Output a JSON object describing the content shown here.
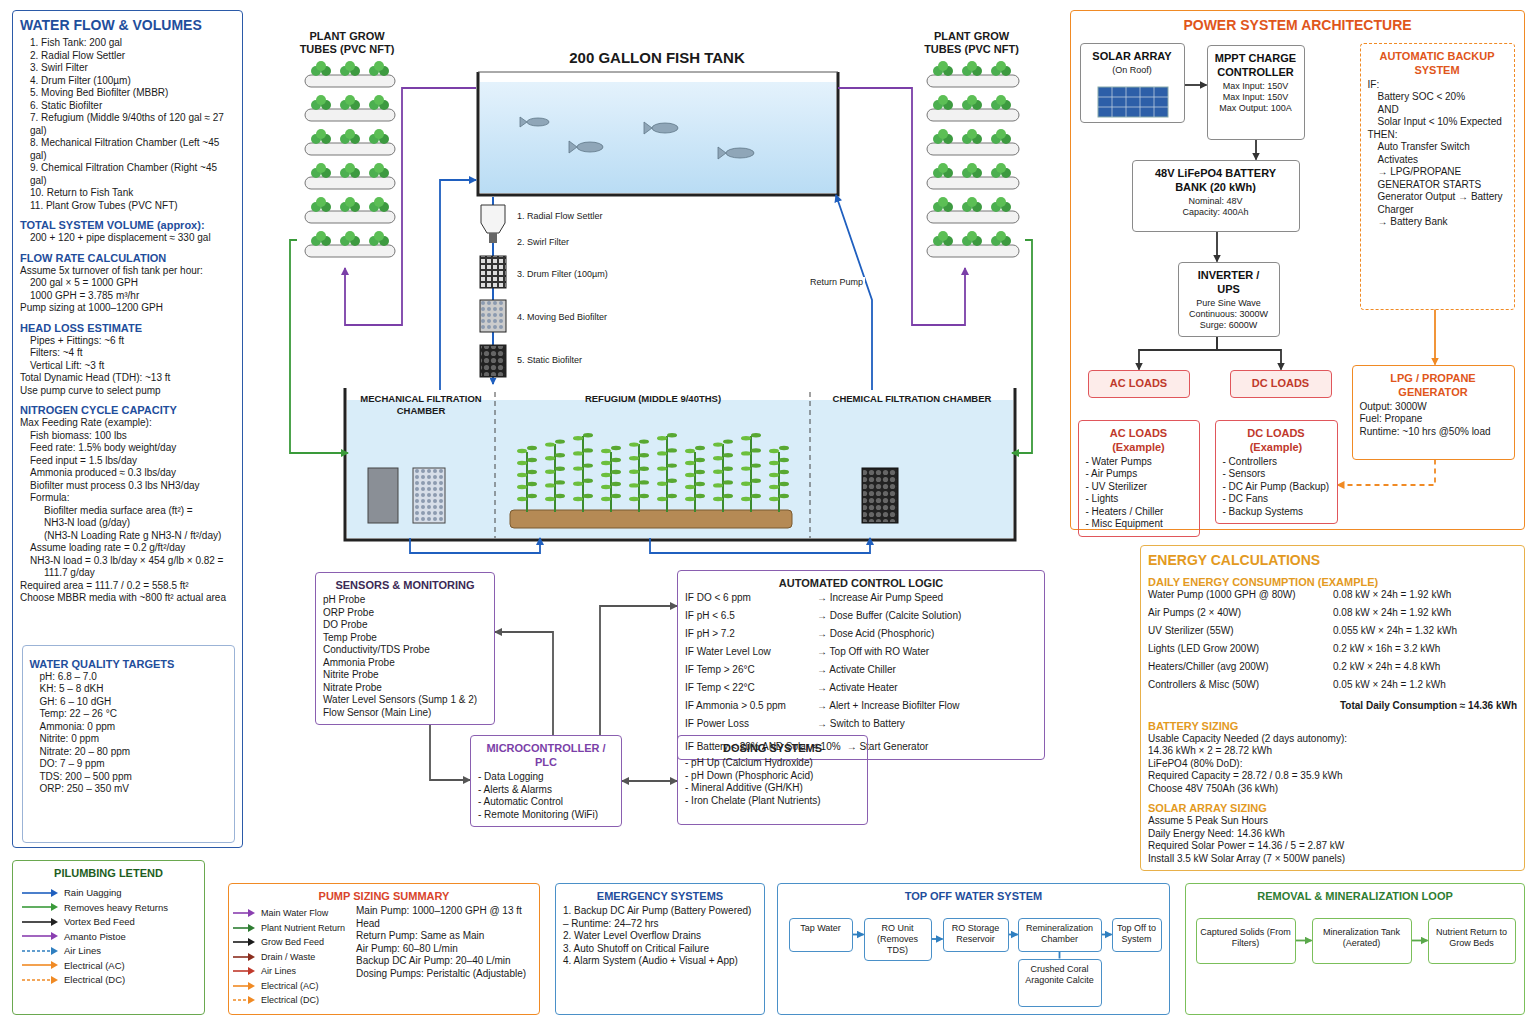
{
  "diagram": {
    "nodes": [
      {
        "text": [
          "WATER FLOW & VOLUMES",
          "1. Fish Tank: 200 gal",
          "2. Radial Flow Settler",
          "3. Swirl Filter",
          "4. Drum Filter (100µm)",
          "5. Moving Bed Biofilter (MBBR)",
          "6. Static Biofilter",
          "7. Refugium (Middle 9/40ths of 120 gal ≈ 27 gal)",
          "8. Mechanical Filtration Chamber (Left ~45 gal)",
          "9. Chemical Filtration Chamber (Right ~45 gal)",
          "10. Return to Fish Tank",
          "11. Plant Grow Tubes (PVC NFT)",
          "TOTAL SYSTEM VOLUME (approx):",
          "200 + 120 + pipe displacement ≈ 330 gal",
          "FLOW RATE CALCULATION",
          "Assume 5x turnover of fish tank per hour:",
          "200 gal × 5 = 1000 GPH",
          "1000 GPH = 3.785 m³/hr",
          "Pump sizing at 1000–1200 GPH",
          "HEAD LOSS ESTIMATE",
          "Pipes + Fittings: ~6 ft",
          "Filters: ~4 ft",
          "Vertical Lift: ~3 ft",
          "Total Dynamic Head (TDH): ~13 ft",
          "Use pump curve to select pump",
          "NITROGEN CYCLE CAPACITY",
          "Max Feeding Rate (example):",
          "Fish biomass: 100 lbs",
          "Feed rate: 1.5% body weight/day",
          "Feed input = 1.5 lbs/day",
          "Ammonia produced ≈ 0.3 lbs/day",
          "Biofilter must process 0.3 lbs NH3/day",
          "Formula:",
          "Biofilter media surface area (ft²) =",
          "NH3-N load (g/day)",
          "(NH3-N Loading Rate g NH3-N / ft²/day)",
          "Assume loading rate = 0.2 g/ft²/day",
          "NH3-N load = 0.3 lb/day × 454 g/lb × 0.82 =",
          "111.7 g/day",
          "Required area = 111.7 / 0.2 = 558.5 ft²",
          "Choose MBBR media with ~800 ft² actual area"
        ]
      },
      {
        "text": [
          "WATER QUALITY TARGETS",
          "pH: 6.8 – 7.0",
          "KH: 5 – 8 dKH",
          "GH: 6 – 10 dGH",
          "Temp: 22 – 26 °C",
          "Ammonia: 0 ppm",
          "Nitrite: 0 ppm",
          "Nitrate: 20 – 80 ppm",
          "DO: 7 – 9 ppm",
          "TDS: 200 – 500 ppm",
          "ORP: 250 – 350 mV"
        ],
        "in": 0
      },
      {
        "text": [
          "PLANT GROW TUBES (PVC NFT)"
        ]
      },
      {
        "text": [
          "200 GALLON FISH TANK"
        ]
      },
      {
        "text": [
          "PLANT GROW TUBES (PVC NFT)"
        ]
      },
      {
        "text": [
          "MECHANICAL FILTRATION CHAMBER"
        ]
      },
      {
        "text": [
          "REFUGIUM (MIDDLE 9/40THS)"
        ]
      },
      {
        "text": [
          "CHEMICAL FILTRATION CHAMBER"
        ]
      },
      {
        "text": [
          "SENSORS & MONITORING",
          "pH Probe",
          "ORP Probe",
          "DO Probe",
          "Temp Probe",
          "Conductivity/TDS Probe",
          "Ammonia Probe",
          "Nitrite Probe",
          "Nitrate Probe",
          "Water Level Sensors (Sump 1 & 2)",
          "Flow Sensor (Main Line)"
        ]
      },
      {
        "text": [
          "AUTOMATED CONTROL LOGIC",
          "IF DO < 6 ppm",
          "→ Increase Air Pump Speed",
          "IF pH < 6.5",
          "→ Dose Buffer (Calcite Solution)",
          "IF pH > 7.2",
          "→ Dose Acid (Phosphoric)",
          "IF Water Level Low",
          "→ Top Off with RO Water",
          "IF Temp > 26°C",
          "→ Activate Chiller",
          "IF Temp < 22°C",
          "→ Activate Heater",
          "IF Ammonia > 0.5 ppm",
          "→ Alert + Increase Biofilter Flow",
          "IF Power Loss",
          "→ Switch to Battery",
          "IF Battery < 20% AND Solar < 10%",
          "→ Start Generator"
        ]
      },
      {
        "text": [
          "MICROCONTROLLER / PLC",
          "- Data Logging",
          "- Alerts & Alarms",
          "- Automatic Control",
          "- Remote Monitoring (WiFi)"
        ]
      },
      {
        "text": [
          "DOSING SYSTEMS",
          "- pH Up (Calcium Hydroxide)",
          "- pH Down (Phosphoric Acid)",
          "- Mineral Additive (GH/KH)",
          "- Iron Chelate (Plant Nutrients)"
        ]
      },
      {
        "text": [
          "POWER SYSTEM ARCHITECTURE"
        ]
      },
      {
        "text": [
          "SOLAR ARRAY",
          "(On Roof)"
        ],
        "in": 12
      },
      {
        "text": [
          "MPPT CHARGE CONTROLLER",
          "Max Input: 150V",
          "Max Input: 150V",
          "Max Output: 100A"
        ],
        "in": 12
      },
      {
        "text": [
          "48V LiFePO4 BATTERY BANK (20 kWh)",
          "Nominal: 48V",
          "Capacity: 400Ah"
        ],
        "in": 12
      },
      {
        "text": [
          "INVERTER / UPS",
          "Pure Sine Wave",
          "Continuous: 3000W",
          "Surge: 6000W"
        ],
        "in": 12
      },
      {
        "text": [
          "AC LOADS"
        ],
        "in": 12
      },
      {
        "text": [
          "DC LOADS"
        ],
        "in": 12
      },
      {
        "text": [
          "AC LOADS (Example)",
          "- Water Pumps",
          "- Air Pumps",
          "- UV Sterilizer",
          "- Lights",
          "- Heaters / Chiller",
          "- Misc Equipment"
        ],
        "in": 12
      },
      {
        "text": [
          "DC LOADS (Example)",
          "- Controllers",
          "- Sensors",
          "- DC Air Pump (Backup)",
          "- DC Fans",
          "- Backup Systems"
        ],
        "in": 12
      },
      {
        "text": [
          "AUTOMATIC BACKUP SYSTEM",
          "IF:",
          "Battery SOC < 20%",
          "AND",
          "Solar Input < 10% Expected",
          "THEN:",
          "Auto Transfer Switch Activates",
          "→ LPG/PROPANE GENERATOR STARTS",
          "Generator Output → Battery Charger",
          "→ Battery Bank"
        ],
        "in": 12
      },
      {
        "text": [
          "LPG / PROPANE GENERATOR",
          "Output: 3000W",
          "Fuel: Propane",
          "Runtime: ~10 hrs @50% load"
        ],
        "in": 12
      },
      {
        "text": [
          "ENERGY CALCULATIONS",
          "DAILY ENERGY CONSUMPTION (EXAMPLE)",
          "Water Pump (1000 GPH @ 80W)",
          "0.08 kW × 24h = 1.92 kWh",
          "Air Pumps (2 × 40W)",
          "0.08 kW × 24h = 1.92 kWh",
          "UV Sterilizer (55W)",
          "0.055 kW × 24h = 1.32 kWh",
          "Lights (LED Grow 200W)",
          "0.2 kW × 16h = 3.2 kWh",
          "Heaters/Chiller (avg 200W)",
          "0.2 kW × 24h = 4.8 kWh",
          "Controllers & Misc (50W)",
          "0.05 kW × 24h = 1.2 kWh",
          "Total Daily Consumption ≈ 14.36 kWh",
          "BATTERY SIZING",
          "Usable Capacity Needed (2 days autonomy):",
          "14.36 kWh × 2 = 28.72 kWh",
          "LiFePO4 (80% DoD):",
          "Required Capacity = 28.72 / 0.8 = 35.9 kWh",
          "Choose 48V 750Ah (36 kWh)",
          "SOLAR ARRAY SIZING",
          "Assume 5 Peak Sun Hours",
          "Daily Energy Need: 14.36 kWh",
          "Required Solar Power = 14.36 / 5 = 2.87 kW",
          "Install 3.5 kW Solar Array (7 × 500W panels)"
        ]
      },
      {
        "text": [
          "PILUMBING LETEND"
        ]
      },
      {
        "text": [
          "PUMP SIZING SUMMARY",
          "Main Pump: 1000–1200 GPH @ 13 ft Head",
          "Return Pump: Same as Main",
          "Air Pump: 60–80 L/min",
          "Backup DC Air Pump: 20–40 L/min",
          "Dosing Pumps: Peristaltic (Adjustable)"
        ]
      },
      {
        "text": [
          "EMERGENCY SYSTEMS",
          "1. Backup DC Air Pump (Battery Powered) – Runtime: 24–72 hrs",
          "2. Water Level Overflow Drains",
          "3. Auto Shutoff on Critical Failure",
          "4. Alarm System (Audio + Visual + App)"
        ]
      },
      {
        "text": [
          "TOP OFF WATER SYSTEM"
        ]
      },
      {
        "text": [
          "Tap Water"
        ],
        "in": 27
      },
      {
        "text": [
          "RO Unit (Removes TDS)"
        ],
        "in": 27
      },
      {
        "text": [
          "RO Storage Reservoir"
        ],
        "in": 27
      },
      {
        "text": [
          "Remineralization Chamber"
        ],
        "in": 27
      },
      {
        "text": [
          "Top Off to System"
        ],
        "in": 27
      },
      {
        "text": [
          "Crushed Coral Aragonite Calcite"
        ],
        "in": 27
      },
      {
        "text": [
          "REMOVAL & MINERALIZATION LOOP"
        ]
      },
      {
        "text": [
          "Captured Solids (From Filters)"
        ],
        "in": 34
      },
      {
        "text": [
          "Mineralization Tank (Aerated)"
        ],
        "in": 34
      },
      {
        "text": [
          "Nutrient Return to Grow Beds"
        ],
        "in": 34
      }
    ],
    "edges": [
      {
        "from": 5,
        "to": 3,
        "arrow": "to"
      },
      {
        "from": 7,
        "to": 3,
        "label": "Return Pump",
        "arrow": "to"
      },
      {
        "from": 3,
        "to": 2,
        "arrow": "to"
      },
      {
        "from": 2,
        "to": 5,
        "arrow": "to"
      },
      {
        "from": 3,
        "to": 4,
        "arrow": "to"
      },
      {
        "from": 4,
        "to": 7,
        "arrow": "to"
      },
      {
        "from": 5,
        "to": 6,
        "arrow": "to"
      },
      {
        "from": 6,
        "to": 7,
        "arrow": "to"
      },
      {
        "from": 8,
        "to": 10,
        "arrow": "to"
      },
      {
        "from": 10,
        "to": 8,
        "arrow": "to"
      },
      {
        "from": 10,
        "to": 9,
        "arrow": "to"
      },
      {
        "from": 10,
        "to": 11,
        "arrow": "both"
      },
      {
        "from": 13,
        "to": 14,
        "arrow": "to"
      },
      {
        "from": 14,
        "to": 15,
        "arrow": "to"
      },
      {
        "from": 15,
        "to": 16,
        "arrow": "to"
      },
      {
        "from": 16,
        "to": 17,
        "arrow": "to"
      },
      {
        "from": 16,
        "to": 18,
        "arrow": "to"
      },
      {
        "from": 21,
        "to": 22,
        "arrow": "to"
      },
      {
        "from": 22,
        "to": 20,
        "arrow": "to"
      },
      {
        "from": 28,
        "to": 29,
        "arrow": "to"
      },
      {
        "from": 29,
        "to": 30,
        "arrow": "to"
      },
      {
        "from": 30,
        "to": 31,
        "arrow": "to"
      },
      {
        "from": 31,
        "to": 32,
        "arrow": "to"
      },
      {
        "from": 33,
        "to": 31,
        "arrow": "none"
      },
      {
        "from": 35,
        "to": 36,
        "arrow": "to"
      },
      {
        "from": 36,
        "to": 37,
        "arrow": "to"
      }
    ],
    "labels": [
      "1. Radial Flow Settler",
      "2. Swirl Filter",
      "3. Drum Filter (100µm)",
      "4. Moving Bed Biofilter",
      "5. Static Biofilter"
    ],
    "legend": [
      {
        "text": "Rain Uagging"
      },
      {
        "text": "Removes heavy Returns"
      },
      {
        "text": "Vortex Bed Feed"
      },
      {
        "text": "Amanto Pistoe"
      },
      {
        "text": "Air Lines"
      },
      {
        "text": "Electrical (AC)"
      },
      {
        "text": "Electrical (DC)"
      },
      {
        "text": "Main Water Flow"
      },
      {
        "text": "Plant Nutrient Return"
      },
      {
        "text": "Grow Bed Feed"
      },
      {
        "text": "Drain / Waste"
      },
      {
        "text": "Air Lines"
      },
      {
        "text": "Electrical (AC)"
      },
      {
        "text": "Electrical (DC)"
      }
    ]
  }
}
